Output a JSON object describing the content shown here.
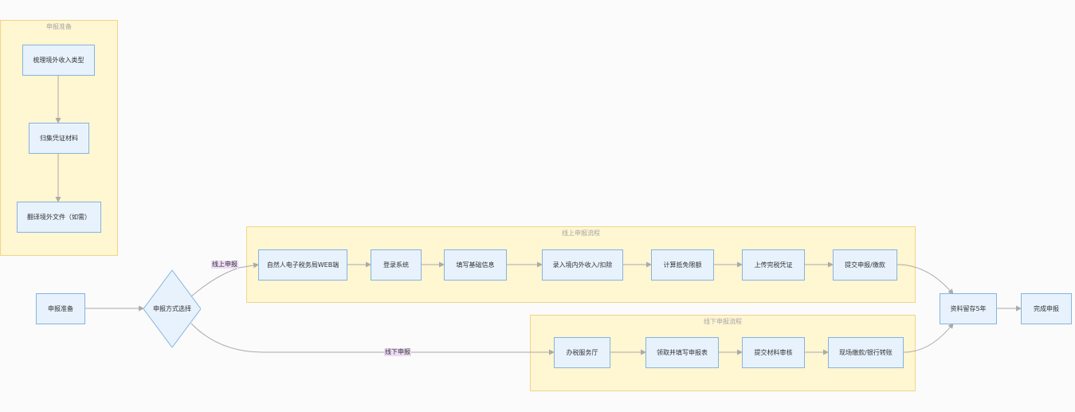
{
  "colors": {
    "node_fill": "#e8f2fc",
    "node_border": "#86b4de",
    "cluster_fill": "#fff6d2",
    "cluster_border": "#f0d58a",
    "edge": "#aaaaaa",
    "edge_label_bg": "#eedcf6"
  },
  "clusters": {
    "prep": "申报准备",
    "online": "线上申报流程",
    "offline": "线下申报流程"
  },
  "nodes": {
    "sort_income": "梳理境外收入类型",
    "collect_docs": "归集凭证材料",
    "translate": "翻译境外文件（如需）",
    "prep_start": "申报准备",
    "choose_method": "申报方式选择",
    "web_portal": "自然人电子税务局WEB端",
    "login": "登录系统",
    "fill_basic": "填写基础信息",
    "enter_income": "录入境内外收入/扣除",
    "calc_credit": "计算抵免限额",
    "upload_proof": "上传完税凭证",
    "submit_pay": "提交申报/缴款",
    "tax_hall": "办税服务厅",
    "get_form": "领取并填写申报表",
    "submit_review": "提交材料审核",
    "onsite_pay": "现场缴款/银行转账",
    "retain": "资料留存5年",
    "done": "完成申报"
  },
  "edge_labels": {
    "online": "线上申报",
    "offline": "线下申报"
  }
}
